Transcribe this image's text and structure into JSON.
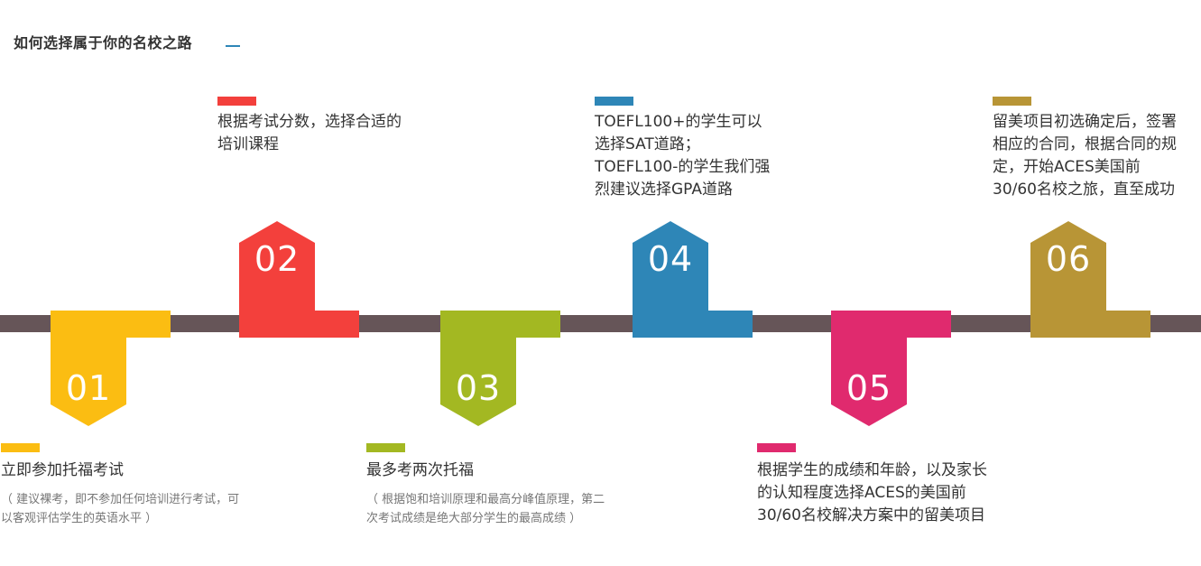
{
  "header": {
    "title": "如何选择属于你的名校之路"
  },
  "colors": {
    "s01": "#fbbd12",
    "s02": "#f3403c",
    "s03": "#a3b822",
    "s04": "#2e86b7",
    "s05": "#e02a6e",
    "s06": "#b89536",
    "line": "#665558"
  },
  "steps": [
    {
      "num": "01",
      "text": "立即参加托福考试",
      "note": "（ 建议裸考，即不参加任何培训进行考试，可以客观评估学生的英语水平 ）"
    },
    {
      "num": "02",
      "text": "根据考试分数，选择合适的培训课程"
    },
    {
      "num": "03",
      "text": "最多考两次托福",
      "note": "（ 根据饱和培训原理和最高分峰值原理，第二次考试成绩是绝大部分学生的最高成绩 ）"
    },
    {
      "num": "04",
      "lines": [
        "TOEFL100+的学生可以",
        "选择SAT道路；",
        "TOEFL100-的学生我们强",
        "烈建议选择GPA道路"
      ]
    },
    {
      "num": "05",
      "lines": [
        "根据学生的成绩和年龄，以及家长",
        "的认知程度选择ACES的美国前",
        "30/60名校解决方案中的留美项目"
      ]
    },
    {
      "num": "06",
      "lines": [
        "留美项目初选确定后，签署",
        "相应的合同，根据合同的规",
        "定，开始ACES美国前",
        "30/60名校之旅，直至成功"
      ]
    }
  ]
}
